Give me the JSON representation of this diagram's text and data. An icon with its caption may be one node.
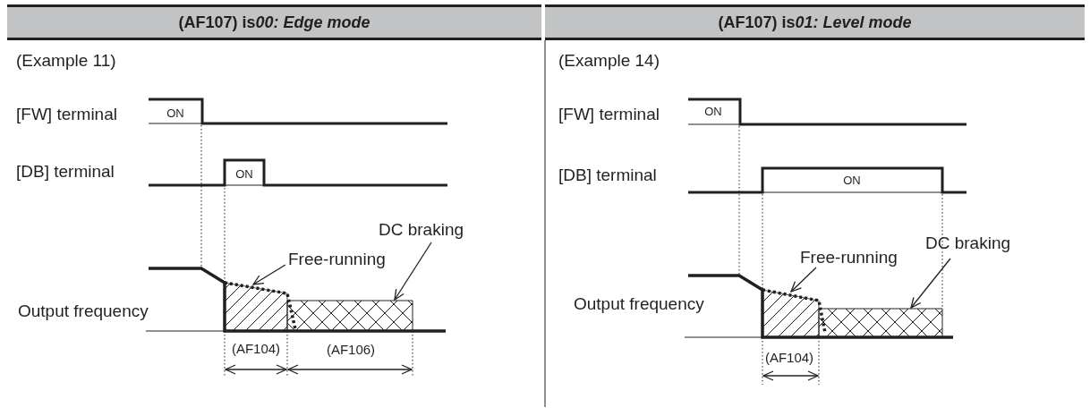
{
  "diagram": {
    "nodes": [
      {
        "text": [
          "(AF107) is",
          "00: Edge mode"
        ]
      },
      {
        "text": [
          "(AF107) is",
          "01: Level mode"
        ]
      },
      {
        "text": [
          "Free-running"
        ]
      },
      {
        "text": [],
        "shape": "box"
      },
      {
        "text": [
          "DC braking"
        ]
      },
      {
        "text": [],
        "shape": "box"
      },
      {
        "text": [
          "Free-running"
        ]
      },
      {
        "text": [],
        "shape": "box"
      },
      {
        "text": [
          "DC braking"
        ]
      },
      {
        "text": [],
        "shape": "box"
      }
    ],
    "edges": [
      {
        "from": 2,
        "to": 3,
        "arrow": "to"
      },
      {
        "from": 4,
        "to": 5,
        "arrow": "to"
      },
      {
        "from": 6,
        "to": 7,
        "arrow": "to"
      },
      {
        "from": 8,
        "to": 9,
        "arrow": "to"
      }
    ],
    "labels": [
      "(Example 11)",
      "[FW] terminal",
      "ON",
      "[DB] terminal",
      "ON",
      "Output frequency",
      "(AF104)",
      "(AF106)",
      "(Example 14)",
      "[FW] terminal",
      "ON",
      "[DB] terminal",
      "ON",
      "Output frequency",
      "(AF104)"
    ]
  }
}
